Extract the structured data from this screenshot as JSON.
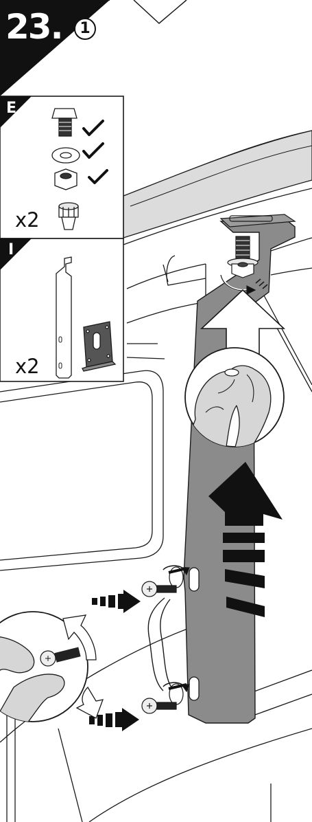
{
  "step": {
    "number": "23.",
    "sub_step": "1"
  },
  "panels": [
    {
      "letter": "E",
      "quantity": "x2",
      "checked_items": 3
    },
    {
      "letter": "I",
      "quantity": "x2"
    }
  ],
  "colors": {
    "bracket_fill": "#8b8b8b",
    "badge_fill": "#111111",
    "line": "#1a1a1a",
    "paper": "#ffffff",
    "arrow_fill": "#111111"
  }
}
